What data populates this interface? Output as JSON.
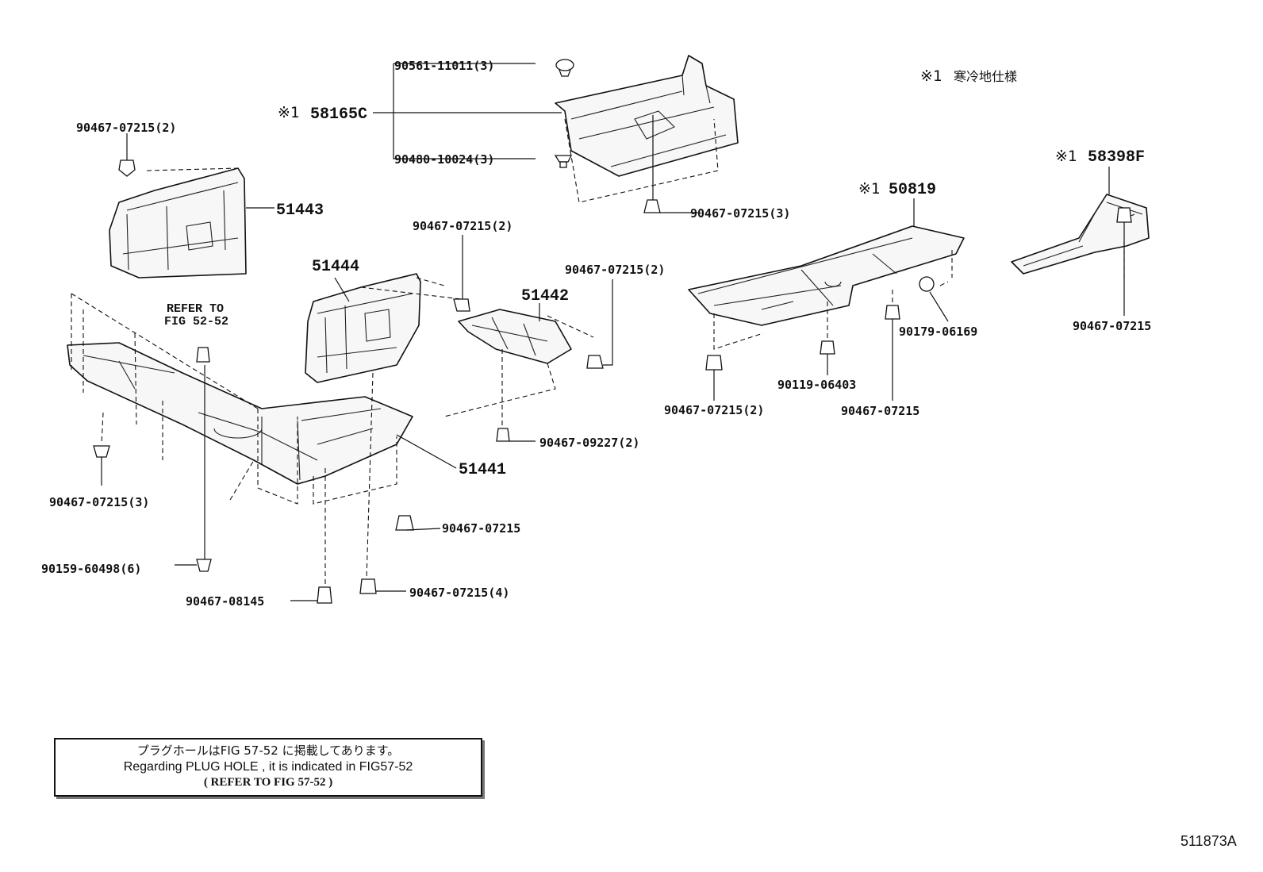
{
  "legend": {
    "mark": "※1",
    "text": "寒冷地仕様"
  },
  "callouts": {
    "c_58165C": {
      "mark": "※1",
      "num": "58165C"
    },
    "c_50819": {
      "mark": "※1",
      "num": "50819"
    },
    "c_58398F": {
      "mark": "※1",
      "num": "58398F"
    },
    "c_51443": "51443",
    "c_51444": "51444",
    "c_51442": "51442",
    "c_51441": "51441"
  },
  "fasteners": {
    "f1": "90561-11011(3)",
    "f2": "90480-10024(3)",
    "f3": "90467-07215(2)",
    "f4": "90467-07215(3)",
    "f5": "90467-07215(2)",
    "f6": "90467-07215(2)",
    "f7": "90179-06169",
    "f8": "90467-07215",
    "f9": "90119-06403",
    "f10": "90467-07215(2)",
    "f11": "90467-07215",
    "f12": "90467-09227(2)",
    "f13": "90467-07215(3)",
    "f14": "90467-07215",
    "f15": "90159-60498(6)",
    "f16": "90467-08145",
    "f17": "90467-07215(4)"
  },
  "refer": {
    "line1": "REFER TO",
    "line2": "FIG 52-52"
  },
  "note": {
    "jp": "プラグホールはFIG 57-52 に掲載してあります。",
    "en": "Regarding  PLUG HOLE , it is  indicated  in  FIG57-52",
    "ref": "(  REFER TO FIG 57-52   )"
  },
  "figure_code": "511873A"
}
